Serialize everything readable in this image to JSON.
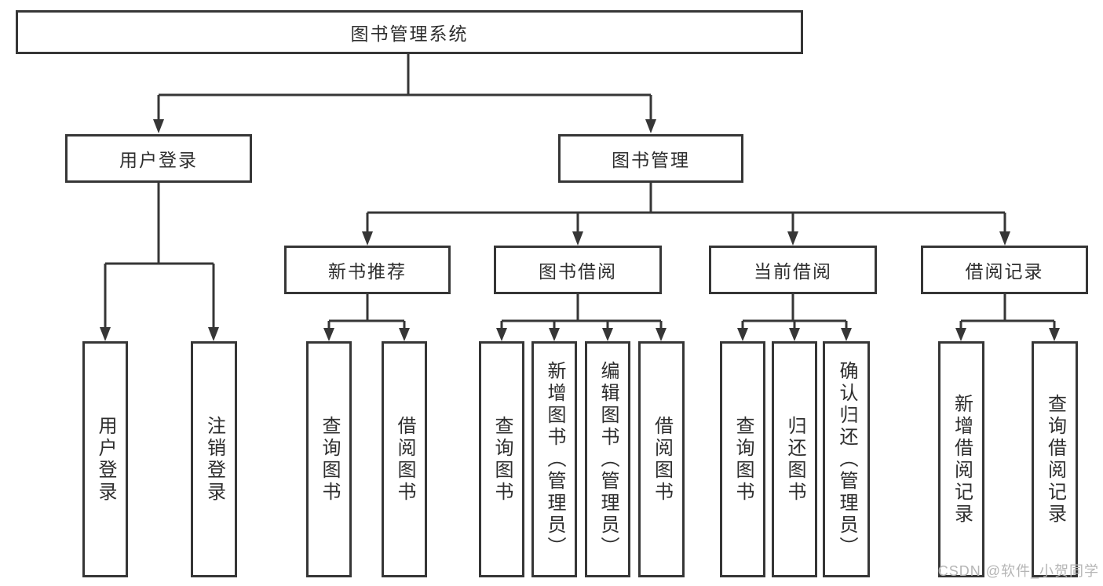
{
  "tree": {
    "root_label": "图书管理系统",
    "branches": [
      {
        "label": "用户登录",
        "leaves": [
          "用户登录",
          "注销登录"
        ]
      },
      {
        "label": "图书管理",
        "groups": [
          {
            "label": "新书推荐",
            "leaves": [
              "查询图书",
              "借阅图书"
            ]
          },
          {
            "label": "图书借阅",
            "leaves": [
              "查询图书",
              "新增图书（管理员）",
              "编辑图书（管理员）",
              "借阅图书"
            ]
          },
          {
            "label": "当前借阅",
            "leaves": [
              "查询图书",
              "归还图书",
              "确认归还（管理员）"
            ]
          },
          {
            "label": "借阅记录",
            "leaves": [
              "新增借阅记录",
              "查询借阅记录"
            ]
          }
        ]
      }
    ]
  },
  "watermark": "CSDN @软件_小贺同学",
  "colors": {
    "line": "#363636",
    "text": "#2e2e2e",
    "box_background": "#ffffff",
    "watermark": "#b5b5b5",
    "page_background": "#ffffff"
  }
}
